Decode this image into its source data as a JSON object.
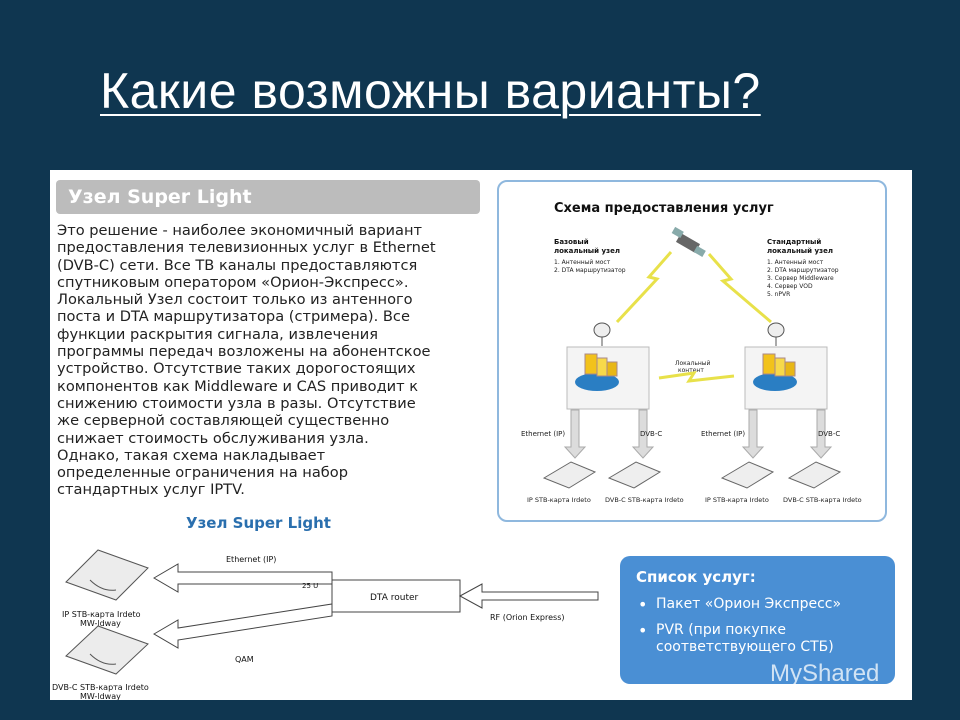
{
  "slide": {
    "title": "Какие возможны варианты?"
  },
  "super_light": {
    "header": "Узел Super Light",
    "description": "Это решение - наиболее экономичный вариант\nпредоставления телевизионных услуг в Ethernet\n(DVB-C) сети. Все ТВ каналы предоставляются\nспутниковым оператором «Орион-Экспресс».\nЛокальный Узел состоит только из антенного\nпоста и DTA маршрутизатора (стримера). Все\nфункции раскрытия сигнала, извлечения\nпрограммы передач возложены на абонентское\nустройство. Отсутствие таких дорогостоящих\nкомпонентов как Middleware и CAS приводит к\nснижению стоимости узла в разы. Отсутствие\nже серверной составляющей существенно\nснижает стоимость обслуживания узла.\n        Однако, такая схема накладывает\nопределенные ограничения на набор\nстандартных услуг IPTV."
  },
  "scheme": {
    "title": "Схема предоставления услуг",
    "left_node": {
      "title_line1": "Базовый",
      "title_line2": "локальный узел",
      "items": [
        "1. Антенный мост",
        "2. DTA маршрутизатор"
      ]
    },
    "right_node": {
      "title_line1": "Стандартный",
      "title_line2": "локальный узел",
      "items": [
        "1. Антенный мост",
        "2. DTA маршрутизатор",
        "3. Сервер Middleware",
        "4. Сервер VOD",
        "5. nPVR"
      ]
    },
    "local_content_line1": "Локальный",
    "local_content_line2": "контент",
    "link_ethernet": "Ethernet (IP)",
    "link_dvbc": "DVB-C",
    "device_ip": "IP STB-карта Irdeto",
    "device_dvbc": "DVB-C STB-карта Irdeto"
  },
  "bottom": {
    "title": "Узел Super Light",
    "ethernet_label": "Ethernet (IP)",
    "qam_label": "QAM",
    "port_label": "25 U",
    "router_label": "DTA router",
    "rf_label": "RF (Orion Express)",
    "device1_line1": "IP STB-карта Irdeto",
    "device1_line2": "MW-ldway",
    "device2_line1": "DVB-C STB-карта Irdeto",
    "device2_line2": "MW-ldway"
  },
  "services": {
    "title": "Список услуг:",
    "items": [
      "Пакет «Орион Экспресс»",
      "PVR (при покупке соответствующего СТБ)"
    ]
  },
  "watermark": "MyShared",
  "colors": {
    "background": "#0f3650",
    "accent_blue": "#2a6fae",
    "services_bg": "#4a8fd4",
    "header_gray": "#bcbcbc",
    "server_yellow": "#f2c21b",
    "lightning": "#e8e14a"
  }
}
